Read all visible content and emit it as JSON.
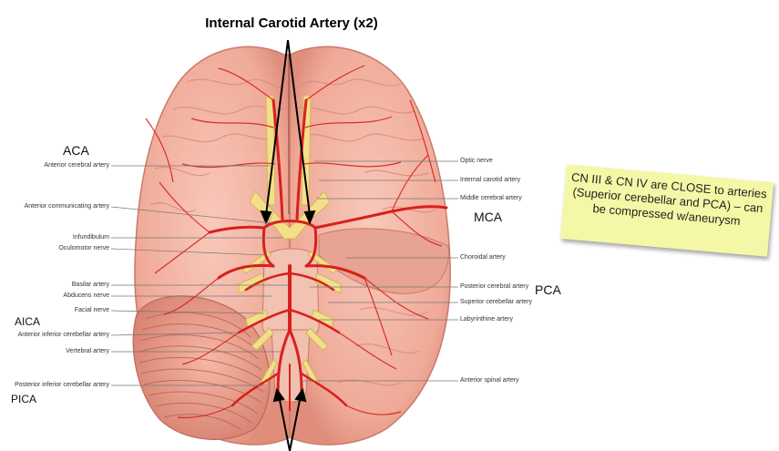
{
  "title": "Internal Carotid Artery (x2)",
  "note": "CN III & CN IV are CLOSE to arteries (Superior cerebellar and PCA) – can be compressed w/aneurysm",
  "big_labels": {
    "aca": "ACA",
    "mca": "MCA",
    "pca": "PCA",
    "aica": "AICA",
    "pica": "PICA"
  },
  "left_labels": [
    "Anterior cerebral artery",
    "Anterior communicating artery",
    "Infundibulum",
    "Oculomotor nerve",
    "Basilar artery",
    "Abducens nerve",
    "Facial nerve",
    "Anterior inferior cerebellar artery",
    "Vertebral artery",
    "Posterior inferior cerebellar artery"
  ],
  "right_labels": [
    "Optic nerve",
    "Internal carotid artery",
    "Middle cerebral artery",
    "Choroidal artery",
    "Posterior cerebral artery",
    "Superior cerebellar artery",
    "Labyrinthine artery",
    "Anterior spinal artery"
  ],
  "colors": {
    "brain": "#f4b8a8",
    "brain_dark": "#e39484",
    "artery": "#d8201c",
    "nerve": "#f3df8a",
    "note_bg": "#f4f8a6"
  }
}
